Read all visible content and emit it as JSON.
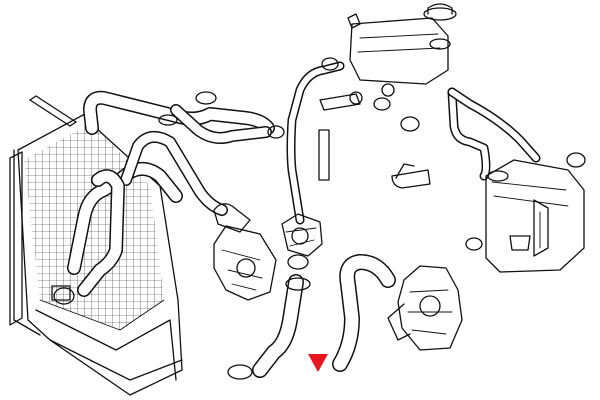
{
  "diagram": {
    "background": "#ffffff",
    "line_color": "#111111",
    "indicator_color": "#e8141e",
    "indicator_icon": "red-arrowhead-pointer",
    "parts": [
      "radiator",
      "upper-radiator-hose",
      "lower-radiator-hose",
      "thermostat-housing",
      "water-pump-housing",
      "coolant-expansion-tank",
      "radiator-cap",
      "overflow-reservoir",
      "hose-clamps",
      "bypass-hose",
      "temperature-sensor"
    ]
  }
}
